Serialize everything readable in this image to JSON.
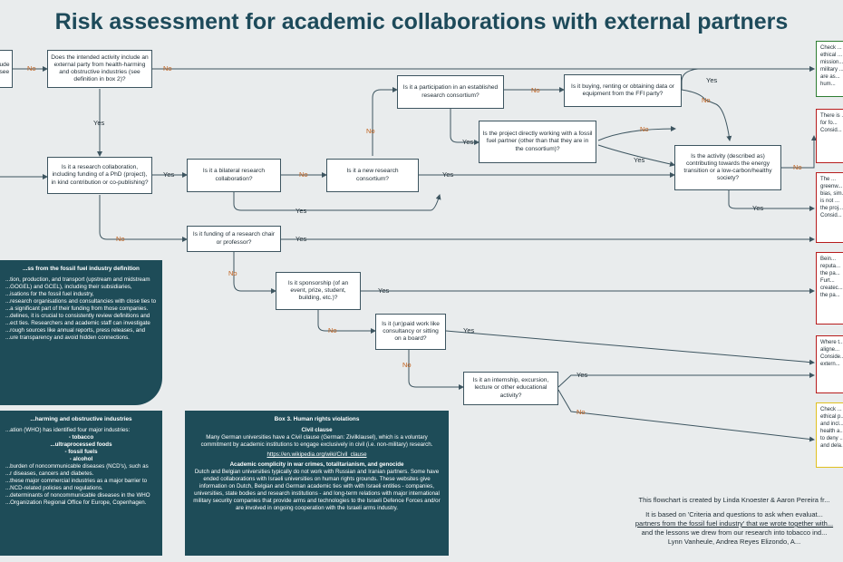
{
  "title": "Risk assessment for academic collaborations with external partners",
  "nodes": {
    "frag": "...ude\n...see",
    "q_external": "Does the intended activity include an external party from health-harming and obstructive industries (see definition in box 2)?",
    "q_research_collab": "Is it a research collaboration, including funding of a PhD (project), in kind contribution or co-publishing?",
    "q_bilateral": "Is it a bilateral research collaboration?",
    "q_new_consortium": "Is it a new research consortium?",
    "q_established": "Is it a participation in an established research consortium?",
    "q_buying": "Is it buying, renting or obtaining data or equipment from the FFI party?",
    "q_fossil_partner": "Is the project directly working with a fossil fuel partner (other than that they are in the consortium)?",
    "q_energy": "Is the activity (described as) contributing towards the energy transition or a low-carbon/healthy society?",
    "q_chair": "Is it funding of a research chair or professor?",
    "q_sponsorship": "Is it sponsorship (of an event, prize, student, building, etc.)?",
    "q_unpaid": "Is it (un)paid work like consultancy or sitting on a board?",
    "q_internship": "Is it an internship, excursion, lecture or other educational activity?"
  },
  "edge_labels": {
    "no": "No",
    "yes": "Yes"
  },
  "results": [
    {
      "text": "Check ... ethical ... mission... military ... are as... hum..."
    },
    {
      "text": "There is ... for fo... Consid..."
    },
    {
      "text": "The ... greenw... bias, sim... is not ... the proj... Consid..."
    },
    {
      "text": "Bein... reputa... the pa... Furt... createc... the pa..."
    },
    {
      "text": "Where t... aligne... Conside... extern..."
    },
    {
      "text": "Check ... ethical p... and incl... health a... to deny ... and dela..."
    }
  ],
  "box1": {
    "title": "...ss from the fossil fuel industry definition",
    "lines": [
      "...tion, production, and transport (upstream and midstream",
      "...GOGEL) and GCEL), including their subsidiaries,",
      "...isations for the fossil fuel industry,",
      "...research organisations and consultancies with close ties to",
      "...a significant part of their funding from those companies.",
      "...delines, it is crucial to consistently review definitions and",
      "...ect ties. Researchers and academic staff can investigate",
      "...rough sources like annual reports, press releases, and",
      "...ure transparency and avoid hidden connections."
    ]
  },
  "box2": {
    "title": "...harming and obstructive industries",
    "lines": [
      "...ation (WHO) has identified four major industries:",
      "- tobacco",
      "...ultraprocessed foods",
      "- fossil fuels",
      "- alcohol",
      "...burden of noncommunicable diseases (NCD's), such as",
      "...r diseases, cancers and diabetes.",
      "...these major commercial industries as a major barrier to",
      "...NCD-related policies and regulations.",
      "...determinants of noncommunicable diseases in the WHO",
      "...Organization Regional Office for Europe, Copenhagen."
    ]
  },
  "box3": {
    "title": "Box 3. Human rights violations",
    "sub1": "Civil clause",
    "p1": "Many German universities have a Civil clause (German: Zivilklausel), which is a voluntary commitment by academic institutions to engage exclusively in civil (i.e. non-military) research.",
    "link1": "https://en.wikipedia.org/wiki/Civil_clause",
    "sub2": "Academic complicity in war crimes, totalitarianism, and genocide",
    "p2": "Dutch and Belgian universities typically do not work with Russian and Iranian partners. Some have ended collaborations with Israeli universities on human rights grounds. These websites give information on Dutch, Belgian and German academic ties with with Israeli entities - companies, universities, state bodies and research institutions - and long-term relations with major international military security companies that provide arms and technologies to the Israeli Defence Forces and/or are involved in ongoing cooperation with the Israeli arms industry."
  },
  "credit": {
    "line1": "This flowchart is created by Linda Knoester & Aaron Pereira fr...",
    "line2": "It is based on 'Criteria and questions to ask when evaluat...",
    "line3": "partners from the fossil fuel industry' that we wrote together with...",
    "line4": "and the lessons we drew from our research into tobacco ind...",
    "line5": "Lynn Vanheule, Andrea Reyes Elizondo, A..."
  },
  "colors": {
    "title": "#1d4a5a",
    "box": "#1e4c58",
    "no_label": "#c0601c",
    "result_green": "#2e7d32",
    "result_red": "#b71c1c",
    "result_yellow": "#e0c020"
  }
}
